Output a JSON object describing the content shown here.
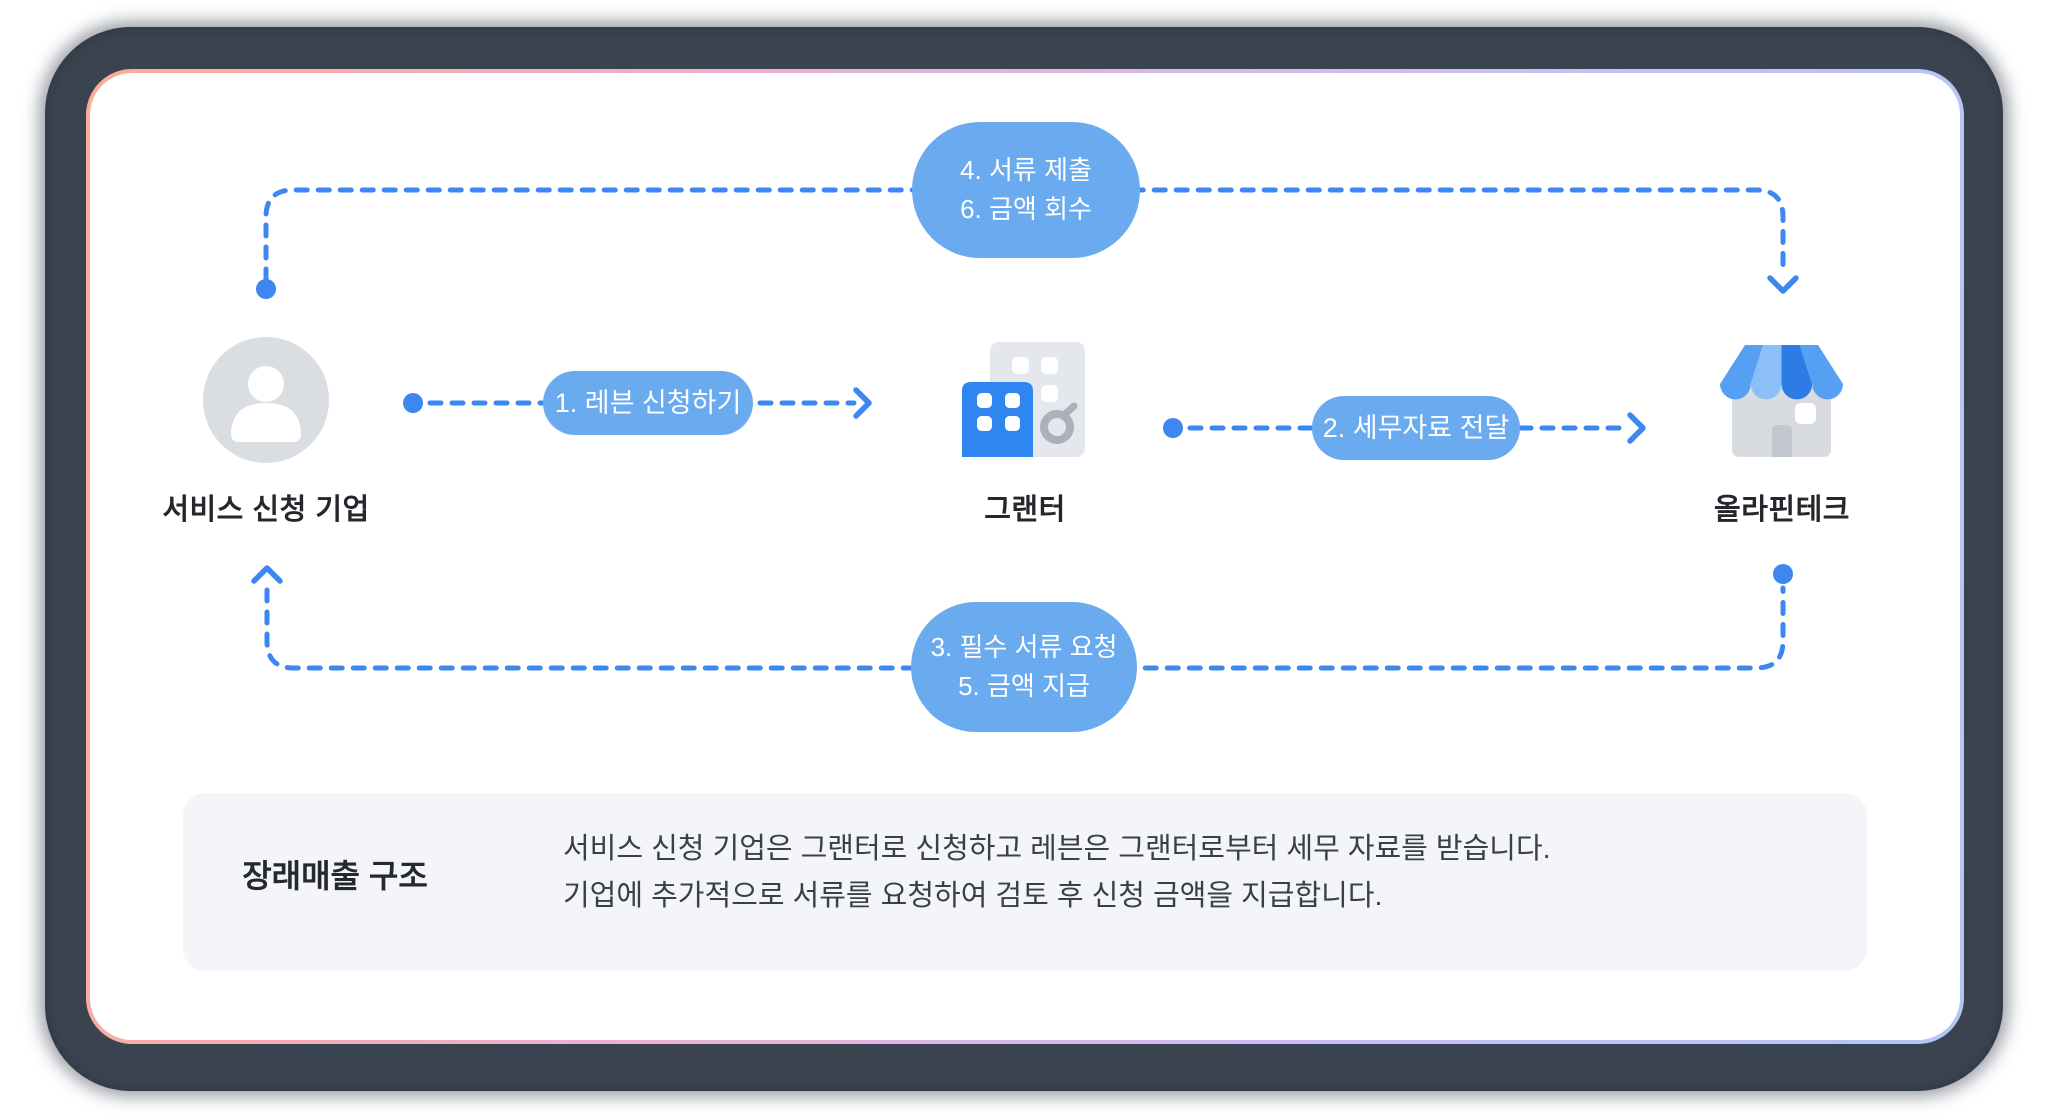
{
  "diagram": {
    "entities": [
      {
        "label": "서비스 신청 기업",
        "icon": "person-icon"
      },
      {
        "label": "그랜터",
        "icon": "building-icon"
      },
      {
        "label": "올라핀테크",
        "icon": "store-icon"
      }
    ],
    "steps": {
      "top_line1": "4. 서류 제출",
      "top_line2": "6. 금액 회수",
      "mid_left": "1. 레븐 신청하기",
      "mid_right": "2. 세무자료 전달",
      "bottom_line1": "3. 필수 서류 요청",
      "bottom_line2": "5. 금액 지급"
    }
  },
  "summary": {
    "title": "장래매출 구조",
    "line1": "서비스 신청 기업은 그랜터로 신청하고 레븐은 그랜터로부터 세무 자료를 받습니다.",
    "line2": "기업에 추가적으로 서류를 요청하여 검토 후 신청 금액을 지급합니다."
  },
  "colors": {
    "pill_blue": "#6aabf0",
    "line_blue": "#3e87f0",
    "building_blue": "#2f86f0",
    "awning_light": "#55a0f2",
    "awning_pale": "#8cbff7",
    "awning_dark": "#2d7ce6",
    "gray_icon": "#dadde1",
    "frame_dark": "#3a4350",
    "panel_bg": "#f3f5f9"
  }
}
